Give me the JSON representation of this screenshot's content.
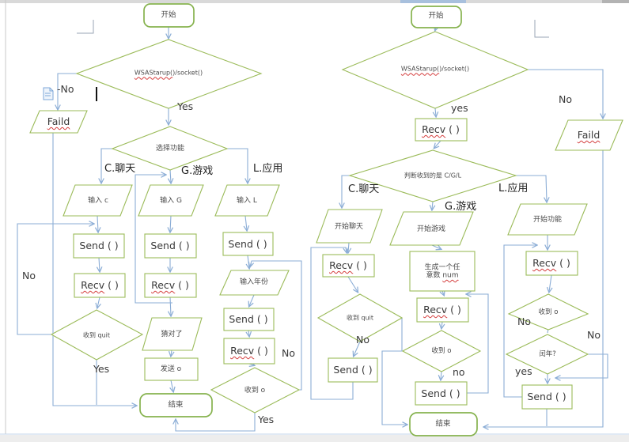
{
  "colors": {
    "shape_border": "#9bbb59",
    "terminator_border": "#86b24e",
    "connector": "#8badd6",
    "squiggle": "#d43d3d",
    "text": "#3f3f3f"
  },
  "common": {
    "start": "开始",
    "end": "结束",
    "send": "Send ( )",
    "recv": "Recv",
    "call_suffix": " ( )",
    "wsa_a": "WSAStarup(",
    "wsa_b": ")/socket()",
    "faild": "Faild",
    "yes": "Yes",
    "no": "No",
    "yes_lower": "yes",
    "no_lower": "no",
    "branch_c": "C.聊天",
    "branch_g": "G.游戏",
    "branch_l": "L.应用",
    "recv_o": "收到 o",
    "recv_quit": "收到 quit"
  },
  "left": {
    "no_dash": "-No",
    "select": "选择功能",
    "input_c": "输入 c",
    "input_g": "输入 G",
    "input_l": "输入 L",
    "input_year": "输入年份",
    "guessed": "猜对了",
    "send_o": "发送 o"
  },
  "right": {
    "judge": "判断收到的是 C/G/L",
    "start_chat": "开始聊天",
    "start_game": "开始游戏",
    "start_func": "开始功能",
    "gen_a": "生成一个任",
    "gen_b": "意数 ",
    "gen_num": "num",
    "leap": "闰年?"
  }
}
